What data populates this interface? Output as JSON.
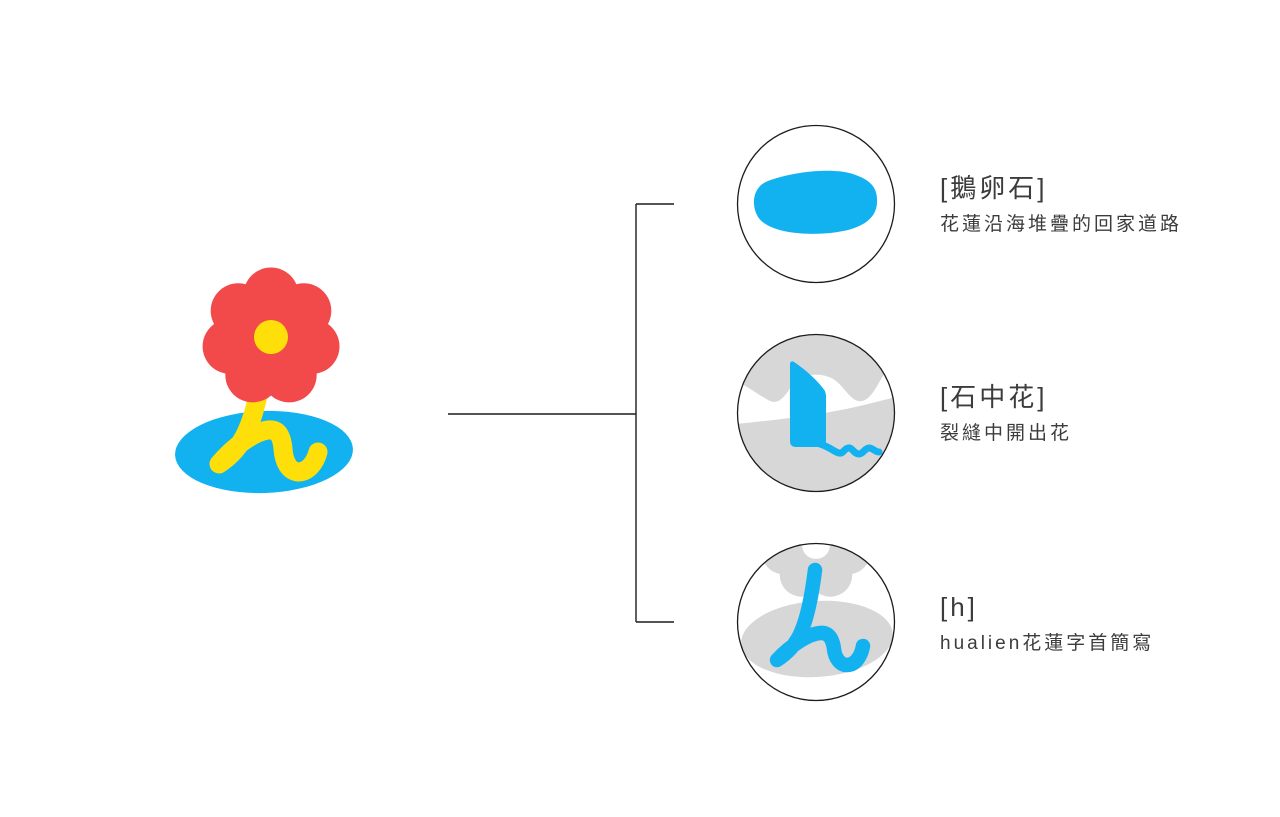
{
  "colors": {
    "background": "#ffffff",
    "blue": "#12b2f0",
    "red": "#f24a4a",
    "yellow": "#ffdf0a",
    "gray": "#d7d7d7",
    "line": "#1c1c1c",
    "text": "#3c3c3c"
  },
  "logo": {
    "name": "hualien flower logo",
    "elements": [
      "red-flower",
      "yellow-hiragana-n-stem",
      "blue-pebble-base"
    ]
  },
  "concepts": [
    {
      "id": "pebble",
      "icon": "pebble-icon",
      "title": "[鵝卵石]",
      "description": "花蓮沿海堆疊的回家道路"
    },
    {
      "id": "stone-flower",
      "icon": "stone-flower-icon",
      "title": "[石中花]",
      "description": "裂縫中開出花"
    },
    {
      "id": "h-initial",
      "icon": "h-initial-icon",
      "title": "[h]",
      "description": "hualien花蓮字首簡寫"
    }
  ]
}
